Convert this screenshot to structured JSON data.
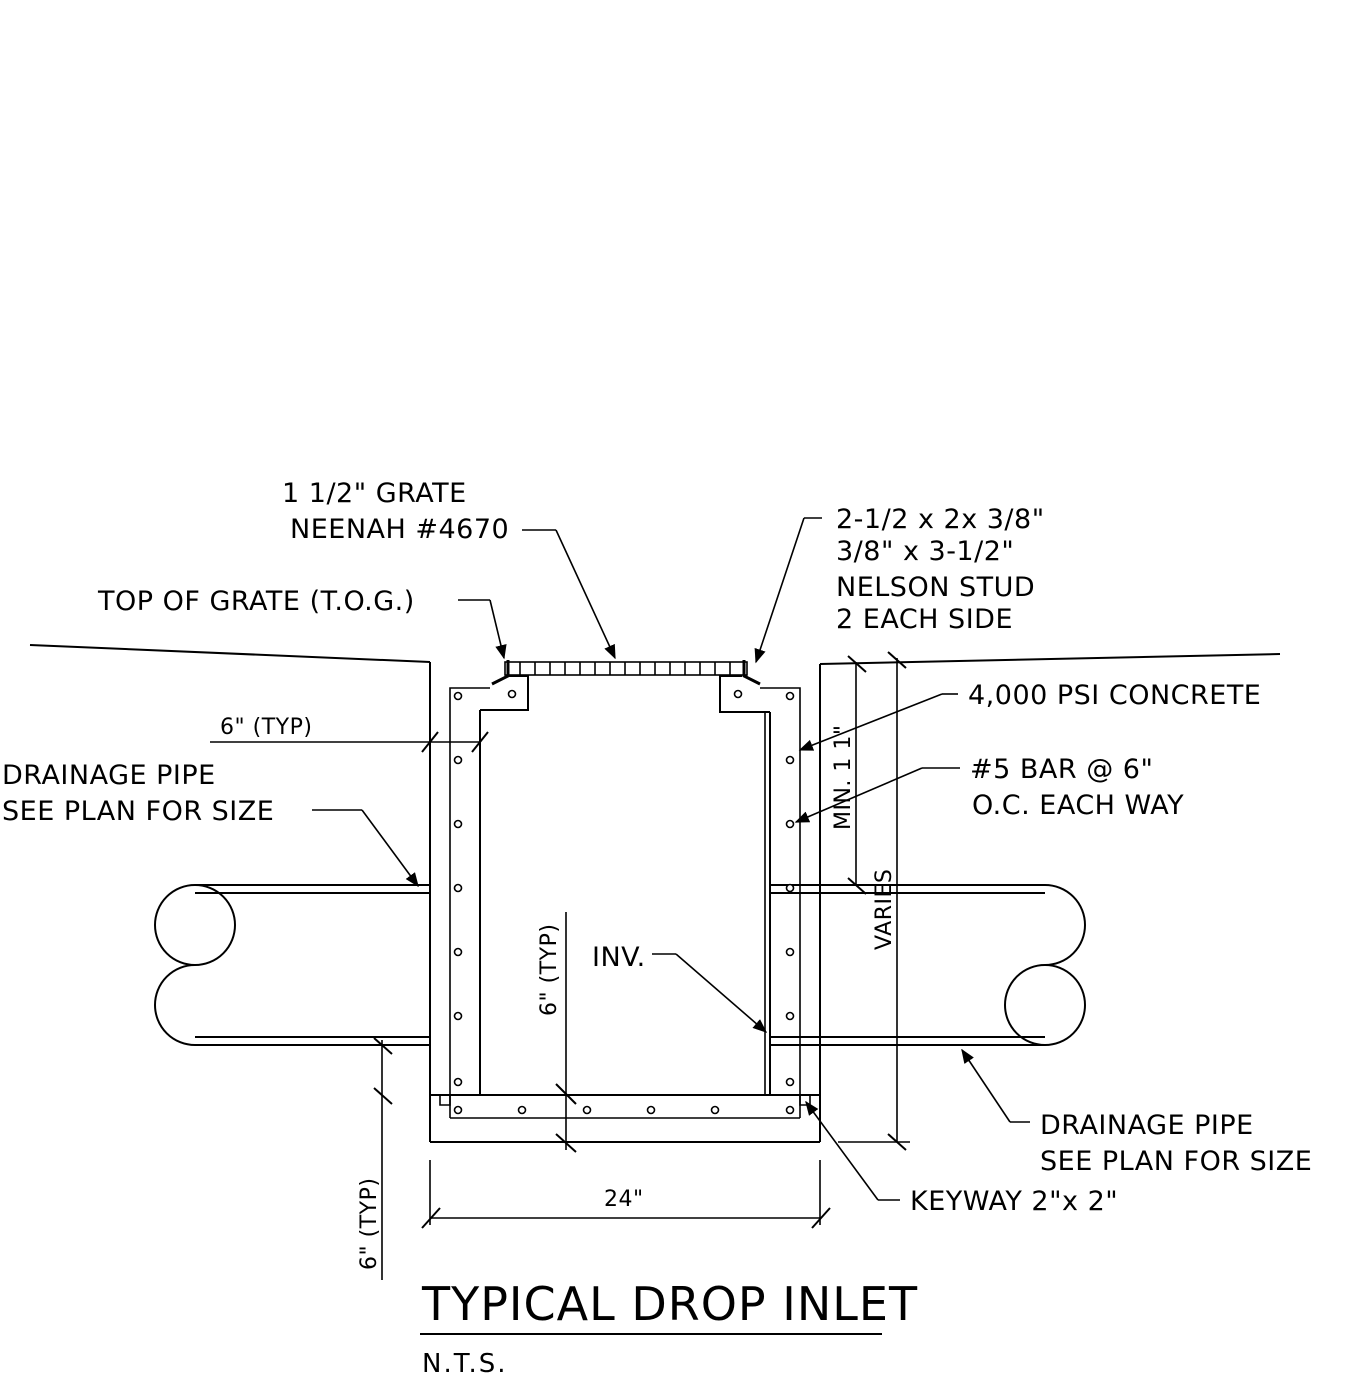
{
  "labels": {
    "grate_line1": "1 1/2\" GRATE",
    "grate_line2": "NEENAH #4670",
    "angle_line1": "2-1/2 x 2x 3/8\"",
    "angle_line2": "3/8\" x 3-1/2\"",
    "angle_line3": "NELSON STUD",
    "angle_line4": "2 EACH SIDE",
    "top_of_grate": "TOP OF GRATE (T.O.G.)",
    "wall_typ": "6\" (TYP)",
    "concrete": "4,000 PSI CONCRETE",
    "bar_line1": "#5 BAR @ 6\"",
    "bar_line2": "O.C. EACH WAY",
    "pipe_left_line1": "DRAINAGE PIPE",
    "pipe_left_line2": "SEE PLAN FOR SIZE",
    "min_depth": "MIN. 1 1\"",
    "varies": "VARIES",
    "floor_typ": "6\" (TYP)",
    "invert": "INV.",
    "pipe_right_line1": "DRAINAGE PIPE",
    "pipe_right_line2": "SEE PLAN FOR SIZE",
    "base_typ": "6\" (TYP)",
    "width": "24\"",
    "keyway": "KEYWAY 2\"x 2\""
  },
  "title": {
    "main": "TYPICAL DROP INLET",
    "scale": "N.T.S."
  },
  "colors": {
    "line": "#000000",
    "background": "#ffffff"
  }
}
